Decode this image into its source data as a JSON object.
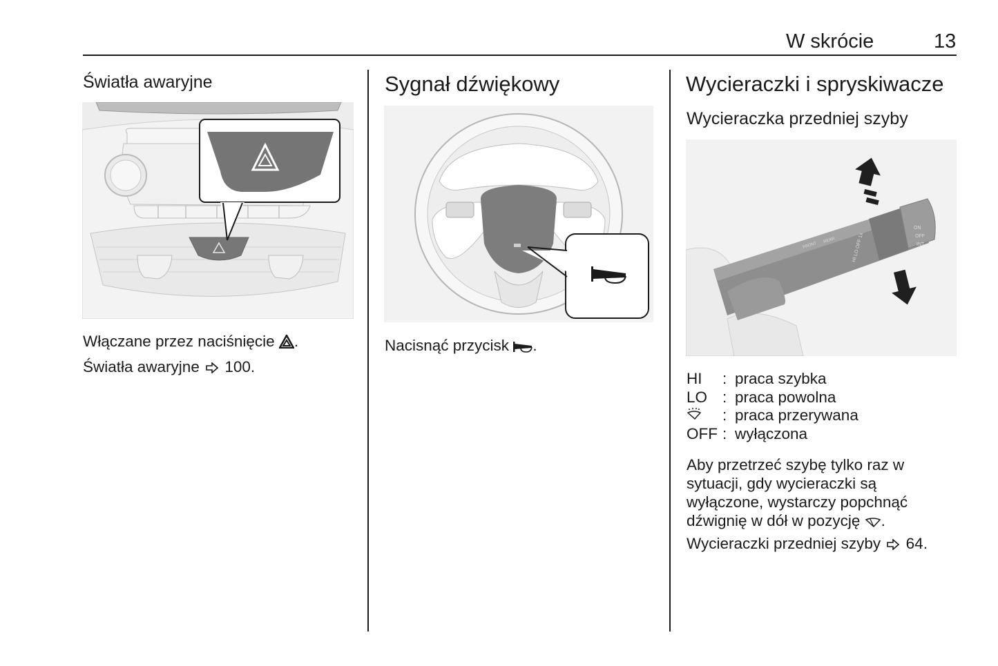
{
  "header": {
    "section_title": "W skrócie",
    "page_number": "13"
  },
  "columns": [
    {
      "heading": "Światła awaryjne",
      "figure": {
        "name": "hazard-lights-button-illustration",
        "icon": "hazard-triangle-icon"
      },
      "lines": [
        {
          "text": "Włączane przez naciśnięcie",
          "icon": "hazard-triangle-icon",
          "suffix": "."
        },
        {
          "text": "Światła awaryjne",
          "xref_icon": "arrow-reference-icon",
          "ref": "100."
        }
      ]
    },
    {
      "heading": "Sygnał dźwiękowy",
      "figure": {
        "name": "steering-wheel-horn-illustration",
        "icon": "horn-icon"
      },
      "lines": [
        {
          "text": "Nacisnąć przycisk",
          "icon": "horn-icon",
          "suffix": "."
        }
      ]
    },
    {
      "heading": "Wycieraczki i spryskiwacze",
      "subheading": "Wycieraczka przedniej szyby",
      "figure": {
        "name": "wiper-lever-illustration",
        "lever_labels": [
          "FRONT",
          "REAR",
          "HI",
          "LO",
          "OFF",
          "1x",
          "ON",
          "OFF",
          "INT"
        ]
      },
      "legend": [
        {
          "key": "HI",
          "value": "praca szybka"
        },
        {
          "key": "LO",
          "value": "praca powolna"
        },
        {
          "key_icon": "intermittent-wiper-icon",
          "value": "praca przerywana"
        },
        {
          "key": "OFF",
          "value": "wyłączona"
        }
      ],
      "paragraph": {
        "lines": [
          "Aby przetrzeć szybę tylko raz w",
          "sytuacji, gdy wycieraczki są",
          "wyłączone, wystarczy popchnąć",
          "dźwignię w dół w pozycję"
        ],
        "icon": "single-wipe-icon",
        "suffix": "."
      },
      "xref": {
        "text": "Wycieraczki przedniej szyby",
        "xref_icon": "arrow-reference-icon",
        "ref": "64."
      }
    }
  ]
}
